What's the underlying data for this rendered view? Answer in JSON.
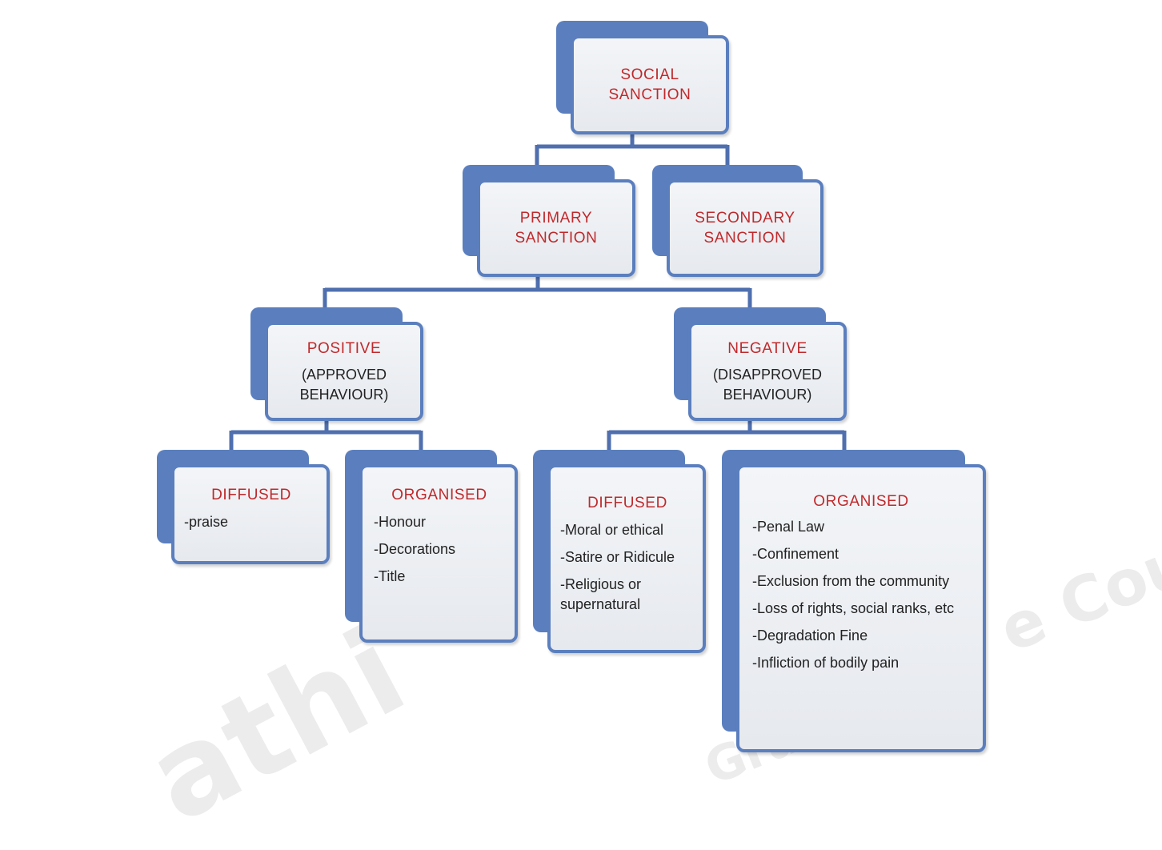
{
  "watermark": {
    "text_1": "athi",
    "text_2": "Gra",
    "text_3": "e Cou"
  },
  "colors": {
    "box_fill": "#e9ecf1",
    "box_border": "#5b7fbe",
    "title_text": "#c0292b",
    "connector": "#4f6fae"
  },
  "root": {
    "title": "SOCIAL SANCTION"
  },
  "level2": {
    "primary": {
      "title_line1": "PRIMARY",
      "title_line2": "SANCTION"
    },
    "secondary": {
      "title_line1": "SECONDARY",
      "title_line2": "SANCTION"
    }
  },
  "level3": {
    "positive": {
      "title": "POSITIVE",
      "sub_line1": "(APPROVED",
      "sub_line2": "BEHAVIOUR)"
    },
    "negative": {
      "title": "NEGATIVE",
      "sub_line1": "(DISAPPROVED",
      "sub_line2": "BEHAVIOUR)"
    }
  },
  "leaves": {
    "positive_diffused": {
      "title": "DIFFUSED",
      "items": [
        "-praise"
      ]
    },
    "positive_organised": {
      "title": "ORGANISED",
      "items": [
        "-Honour",
        "-Decorations",
        "-Title"
      ]
    },
    "negative_diffused": {
      "title": "DIFFUSED",
      "items": [
        "-Moral or ethical",
        "-Satire or Ridicule",
        "-Religious or supernatural"
      ]
    },
    "negative_organised": {
      "title": "ORGANISED",
      "items": [
        "-Penal Law",
        "-Confinement",
        "-Exclusion from the community",
        "-Loss of rights, social ranks, etc",
        "-Degradation Fine",
        "-Infliction of bodily pain"
      ]
    }
  }
}
